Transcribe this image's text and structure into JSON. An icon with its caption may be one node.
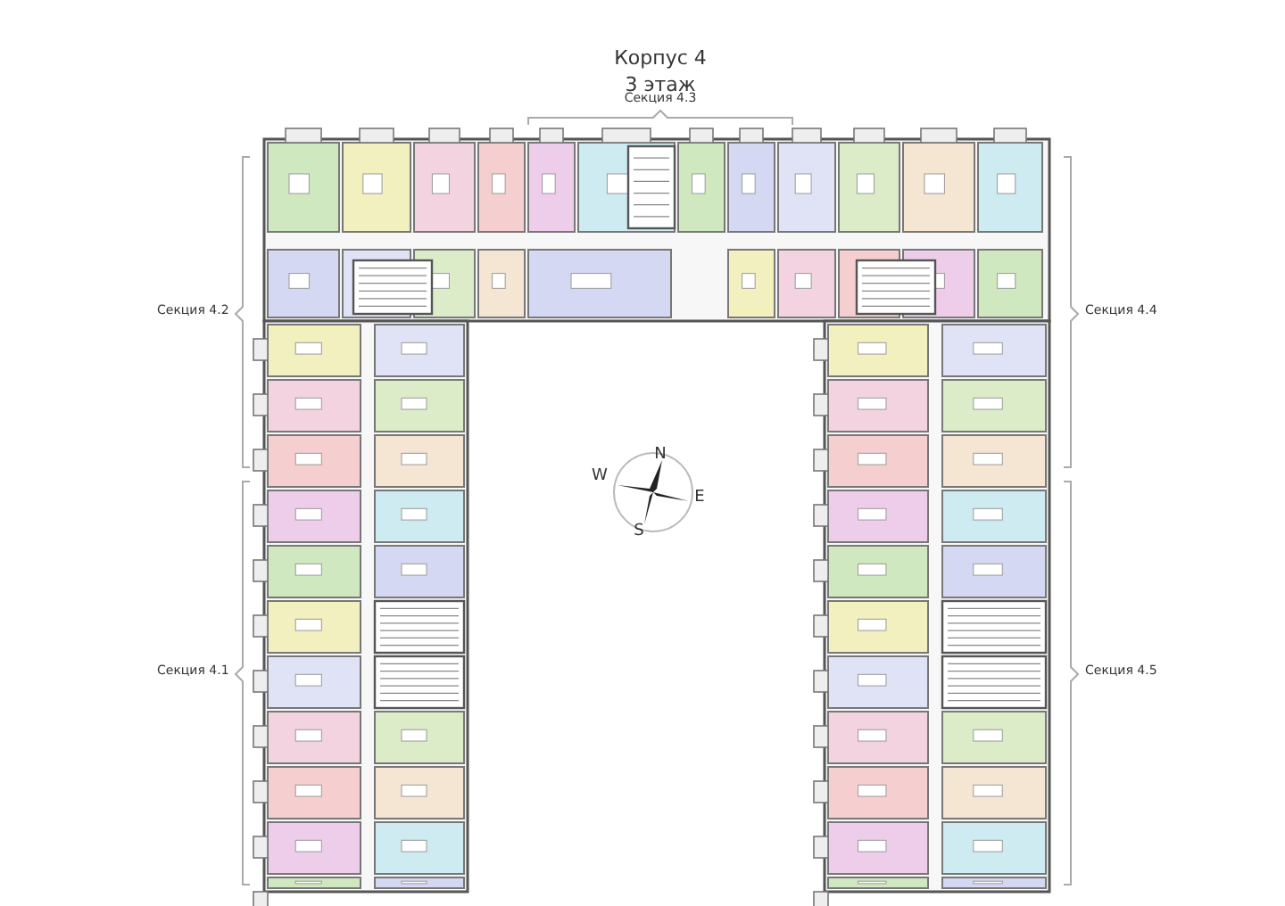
{
  "diagram": {
    "title": "Корпус 4",
    "labels": [
      "3 этаж",
      "Секция 4.3",
      "Секция 4.2",
      "Секция 4.4",
      "Секция 4.1",
      "Секция 4.5",
      "N",
      "W",
      "E",
      "S"
    ]
  }
}
